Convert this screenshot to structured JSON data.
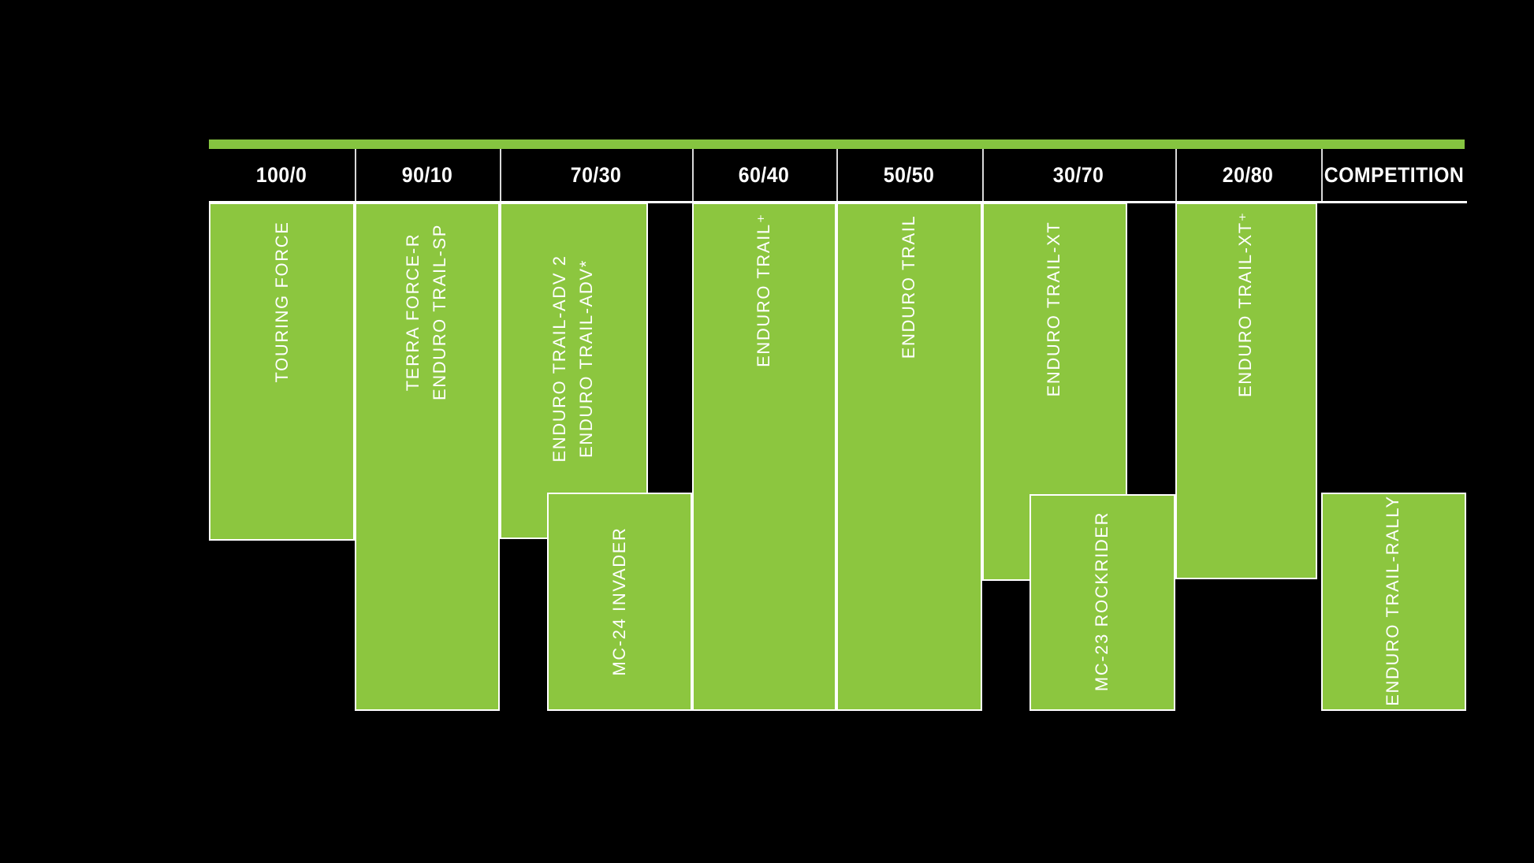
{
  "colors": {
    "background": "#000000",
    "top_bar_green": "#85C440",
    "block_green": "#8CC63F",
    "divider_white": "#FFFFFF",
    "text_white": "#FFFFFF"
  },
  "header": {
    "categories": [
      "100/0",
      "90/10",
      "70/30",
      "60/40",
      "50/50",
      "30/70",
      "20/80",
      "COMPETITION"
    ]
  },
  "products": [
    {
      "id": "touring-force",
      "lines": [
        "TOURING FORCE"
      ]
    },
    {
      "id": "terra-force-r-sp",
      "lines": [
        "TERRA FORCE-R",
        "ENDURO TRAIL-SP"
      ]
    },
    {
      "id": "enduro-trail-adv",
      "lines": [
        "ENDURO TRAIL-ADV 2",
        "ENDURO TRAIL-ADV*"
      ]
    },
    {
      "id": "mc-24-invader",
      "lines": [
        "MC-24 INVADER"
      ]
    },
    {
      "id": "enduro-trail-plus",
      "lines": [
        "ENDURO TRAIL⁺"
      ]
    },
    {
      "id": "enduro-trail",
      "lines": [
        "ENDURO TRAIL"
      ]
    },
    {
      "id": "enduro-trail-xt",
      "lines": [
        "ENDURO TRAIL-XT"
      ]
    },
    {
      "id": "mc-23-rockrider",
      "lines": [
        "MC-23 ROCKRIDER"
      ]
    },
    {
      "id": "enduro-trail-xt-plus",
      "lines": [
        "ENDURO TRAIL-XT⁺"
      ]
    },
    {
      "id": "enduro-trail-rally",
      "lines": [
        "ENDURO TRAIL-RALLY"
      ]
    }
  ],
  "chart_data": {
    "type": "table",
    "title": "",
    "categories": [
      "100/0",
      "90/10",
      "70/30",
      "60/40",
      "50/50",
      "30/70",
      "20/80",
      "COMPETITION"
    ],
    "categories_meaning": "on-road / off-road usage ratio per column",
    "grid": false,
    "legend_position": "none",
    "series": [
      {
        "name": "TOURING FORCE",
        "category_span": [
          "100/0",
          "100/0"
        ],
        "band": "upper"
      },
      {
        "name": "TERRA FORCE-R",
        "category_span": [
          "90/10",
          "90/10"
        ],
        "band": "full"
      },
      {
        "name": "ENDURO TRAIL-SP",
        "category_span": [
          "90/10",
          "90/10"
        ],
        "band": "full"
      },
      {
        "name": "ENDURO TRAIL-ADV 2",
        "category_span": [
          "70/30",
          "70/30"
        ],
        "band": "upper"
      },
      {
        "name": "ENDURO TRAIL-ADV*",
        "category_span": [
          "70/30",
          "70/30"
        ],
        "band": "upper"
      },
      {
        "name": "MC-24 INVADER",
        "category_span": [
          "70/30",
          "60/40"
        ],
        "band": "lower"
      },
      {
        "name": "ENDURO TRAIL⁺",
        "category_span": [
          "60/40",
          "60/40"
        ],
        "band": "full"
      },
      {
        "name": "ENDURO TRAIL",
        "category_span": [
          "50/50",
          "50/50"
        ],
        "band": "full"
      },
      {
        "name": "ENDURO TRAIL-XT",
        "category_span": [
          "30/70",
          "30/70"
        ],
        "band": "upper"
      },
      {
        "name": "MC-23 ROCKRIDER",
        "category_span": [
          "30/70",
          "20/80"
        ],
        "band": "lower"
      },
      {
        "name": "ENDURO TRAIL-XT⁺",
        "category_span": [
          "20/80",
          "20/80"
        ],
        "band": "upper"
      },
      {
        "name": "ENDURO TRAIL-RALLY",
        "category_span": [
          "COMPETITION",
          "COMPETITION"
        ],
        "band": "lower"
      }
    ]
  }
}
